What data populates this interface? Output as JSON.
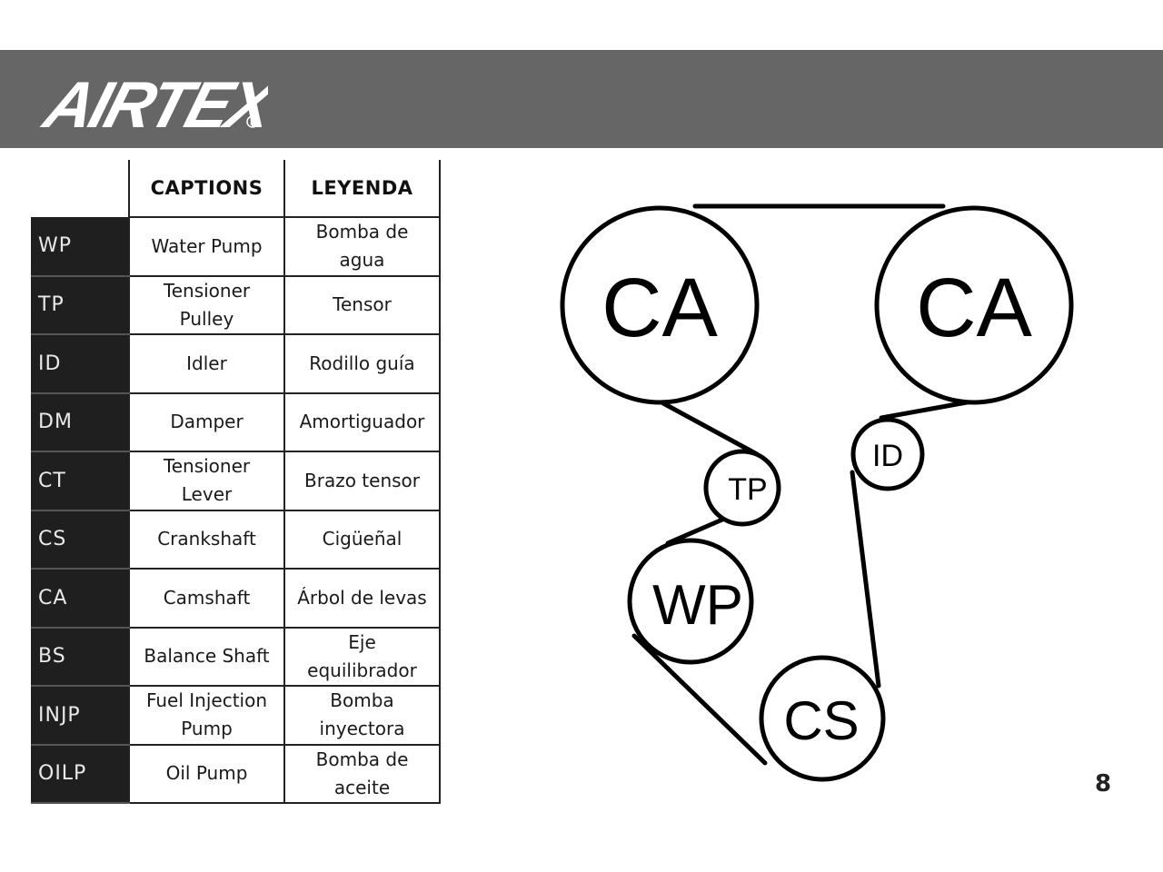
{
  "brand": {
    "logo_text": "AIRTEX"
  },
  "table": {
    "headers": {
      "captions": "CAPTIONS",
      "leyenda": "LEYENDA"
    },
    "rows": [
      {
        "code": "WP",
        "caption": [
          "Water Pump"
        ],
        "leyenda": [
          "Bomba de",
          "agua"
        ]
      },
      {
        "code": "TP",
        "caption": [
          "Tensioner",
          "Pulley"
        ],
        "leyenda": [
          "Tensor"
        ]
      },
      {
        "code": "ID",
        "caption": [
          "Idler"
        ],
        "leyenda": [
          "Rodillo guía"
        ]
      },
      {
        "code": "DM",
        "caption": [
          "Damper"
        ],
        "leyenda": [
          "Amortiguador"
        ]
      },
      {
        "code": "CT",
        "caption": [
          "Tensioner",
          "Lever"
        ],
        "leyenda": [
          "Brazo tensor"
        ]
      },
      {
        "code": "CS",
        "caption": [
          "Crankshaft"
        ],
        "leyenda": [
          "Cigüeñal"
        ]
      },
      {
        "code": "CA",
        "caption": [
          "Camshaft"
        ],
        "leyenda": [
          "Árbol de levas"
        ]
      },
      {
        "code": "BS",
        "caption": [
          "Balance Shaft"
        ],
        "leyenda": [
          "Eje",
          "equilibrador"
        ]
      },
      {
        "code": "INJP",
        "caption": [
          "Fuel Injection",
          "Pump"
        ],
        "leyenda": [
          "Bomba",
          "inyectora"
        ]
      },
      {
        "code": "OILP",
        "caption": [
          "Oil Pump"
        ],
        "leyenda": [
          "Bomba de",
          "aceite"
        ]
      }
    ]
  },
  "diagram": {
    "pulleys": {
      "ca_left": "CA",
      "ca_right": "CA",
      "id": "ID",
      "tp": "TP",
      "wp": "WP",
      "cs": "CS"
    }
  },
  "page": {
    "number": "8"
  },
  "colors": {
    "header_bg": "#666666",
    "code_col_bg": "#1f1f1f",
    "line": "#000000"
  }
}
